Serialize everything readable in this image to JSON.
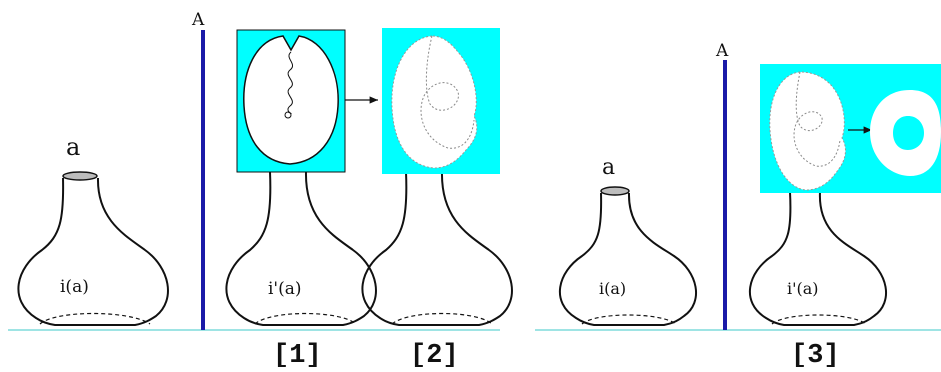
{
  "labels": {
    "a_left": "a",
    "a_right": "a",
    "A_mid": "A",
    "A_right": "A",
    "i_a_1": "i(a)",
    "i_prime_a_1": "i'(a)",
    "i_a_2": "i(a)",
    "i_prime_a_2": "i'(a)",
    "tag1": "[1]",
    "tag2": "[2]",
    "tag3": "[3]"
  },
  "colors": {
    "cyan": "#00ffff",
    "axis_blue": "#1a1aa8",
    "ground": "#7fdcdc",
    "ink": "#111111",
    "neck_top_fill": "#bdbdbd"
  }
}
